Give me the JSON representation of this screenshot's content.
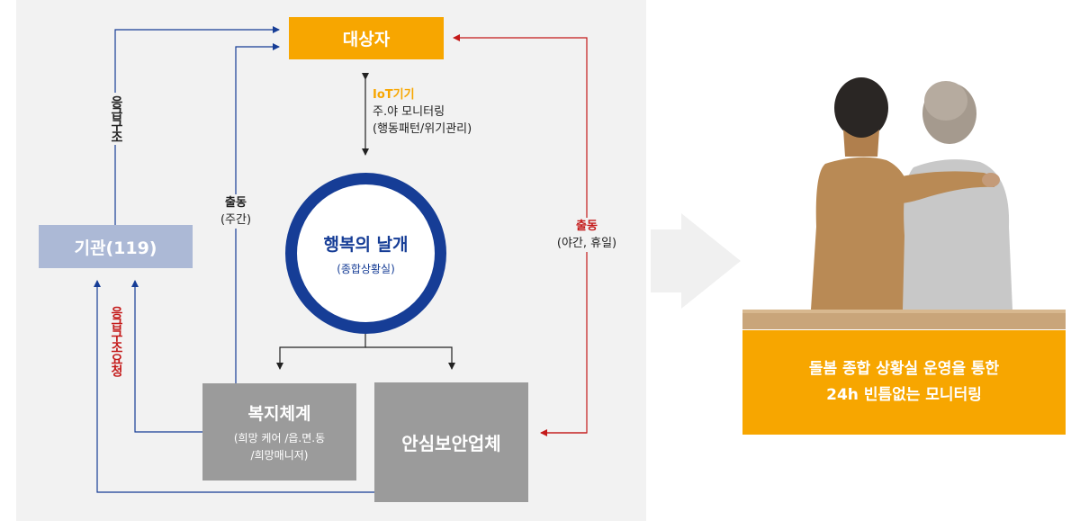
{
  "nodes": {
    "target": "대상자",
    "agency": "기관(119)",
    "welfare_title": "복지체계",
    "welfare_sub1": "(희망 케어 /읍.면.동",
    "welfare_sub2": "/희망매니저)",
    "security": "안심보안업체",
    "center_title": "행복의 날개",
    "center_sub": "(종합상황실)"
  },
  "labels": {
    "iot_title": "IoT기기",
    "iot_line1": "주.야 모니터링",
    "iot_line2": "(행동패턴/위기관리)",
    "dispatch_day_title": "출동",
    "dispatch_day_sub": "(주간)",
    "dispatch_night_title": "출동",
    "dispatch_night_sub": "(야간, 휴일)",
    "emergency_rescue": "응급구조",
    "emergency_request": "응급구조요청"
  },
  "caption": {
    "line1": "돌봄 종합 상황실 운영을 통한",
    "line2": "24h 빈틈없는 모니터링"
  },
  "colors": {
    "orange": "#f7a600",
    "navy": "#163d96",
    "red": "#c41a1a",
    "gray_box": "#9b9b9b",
    "agency_box": "#acb9d6"
  }
}
